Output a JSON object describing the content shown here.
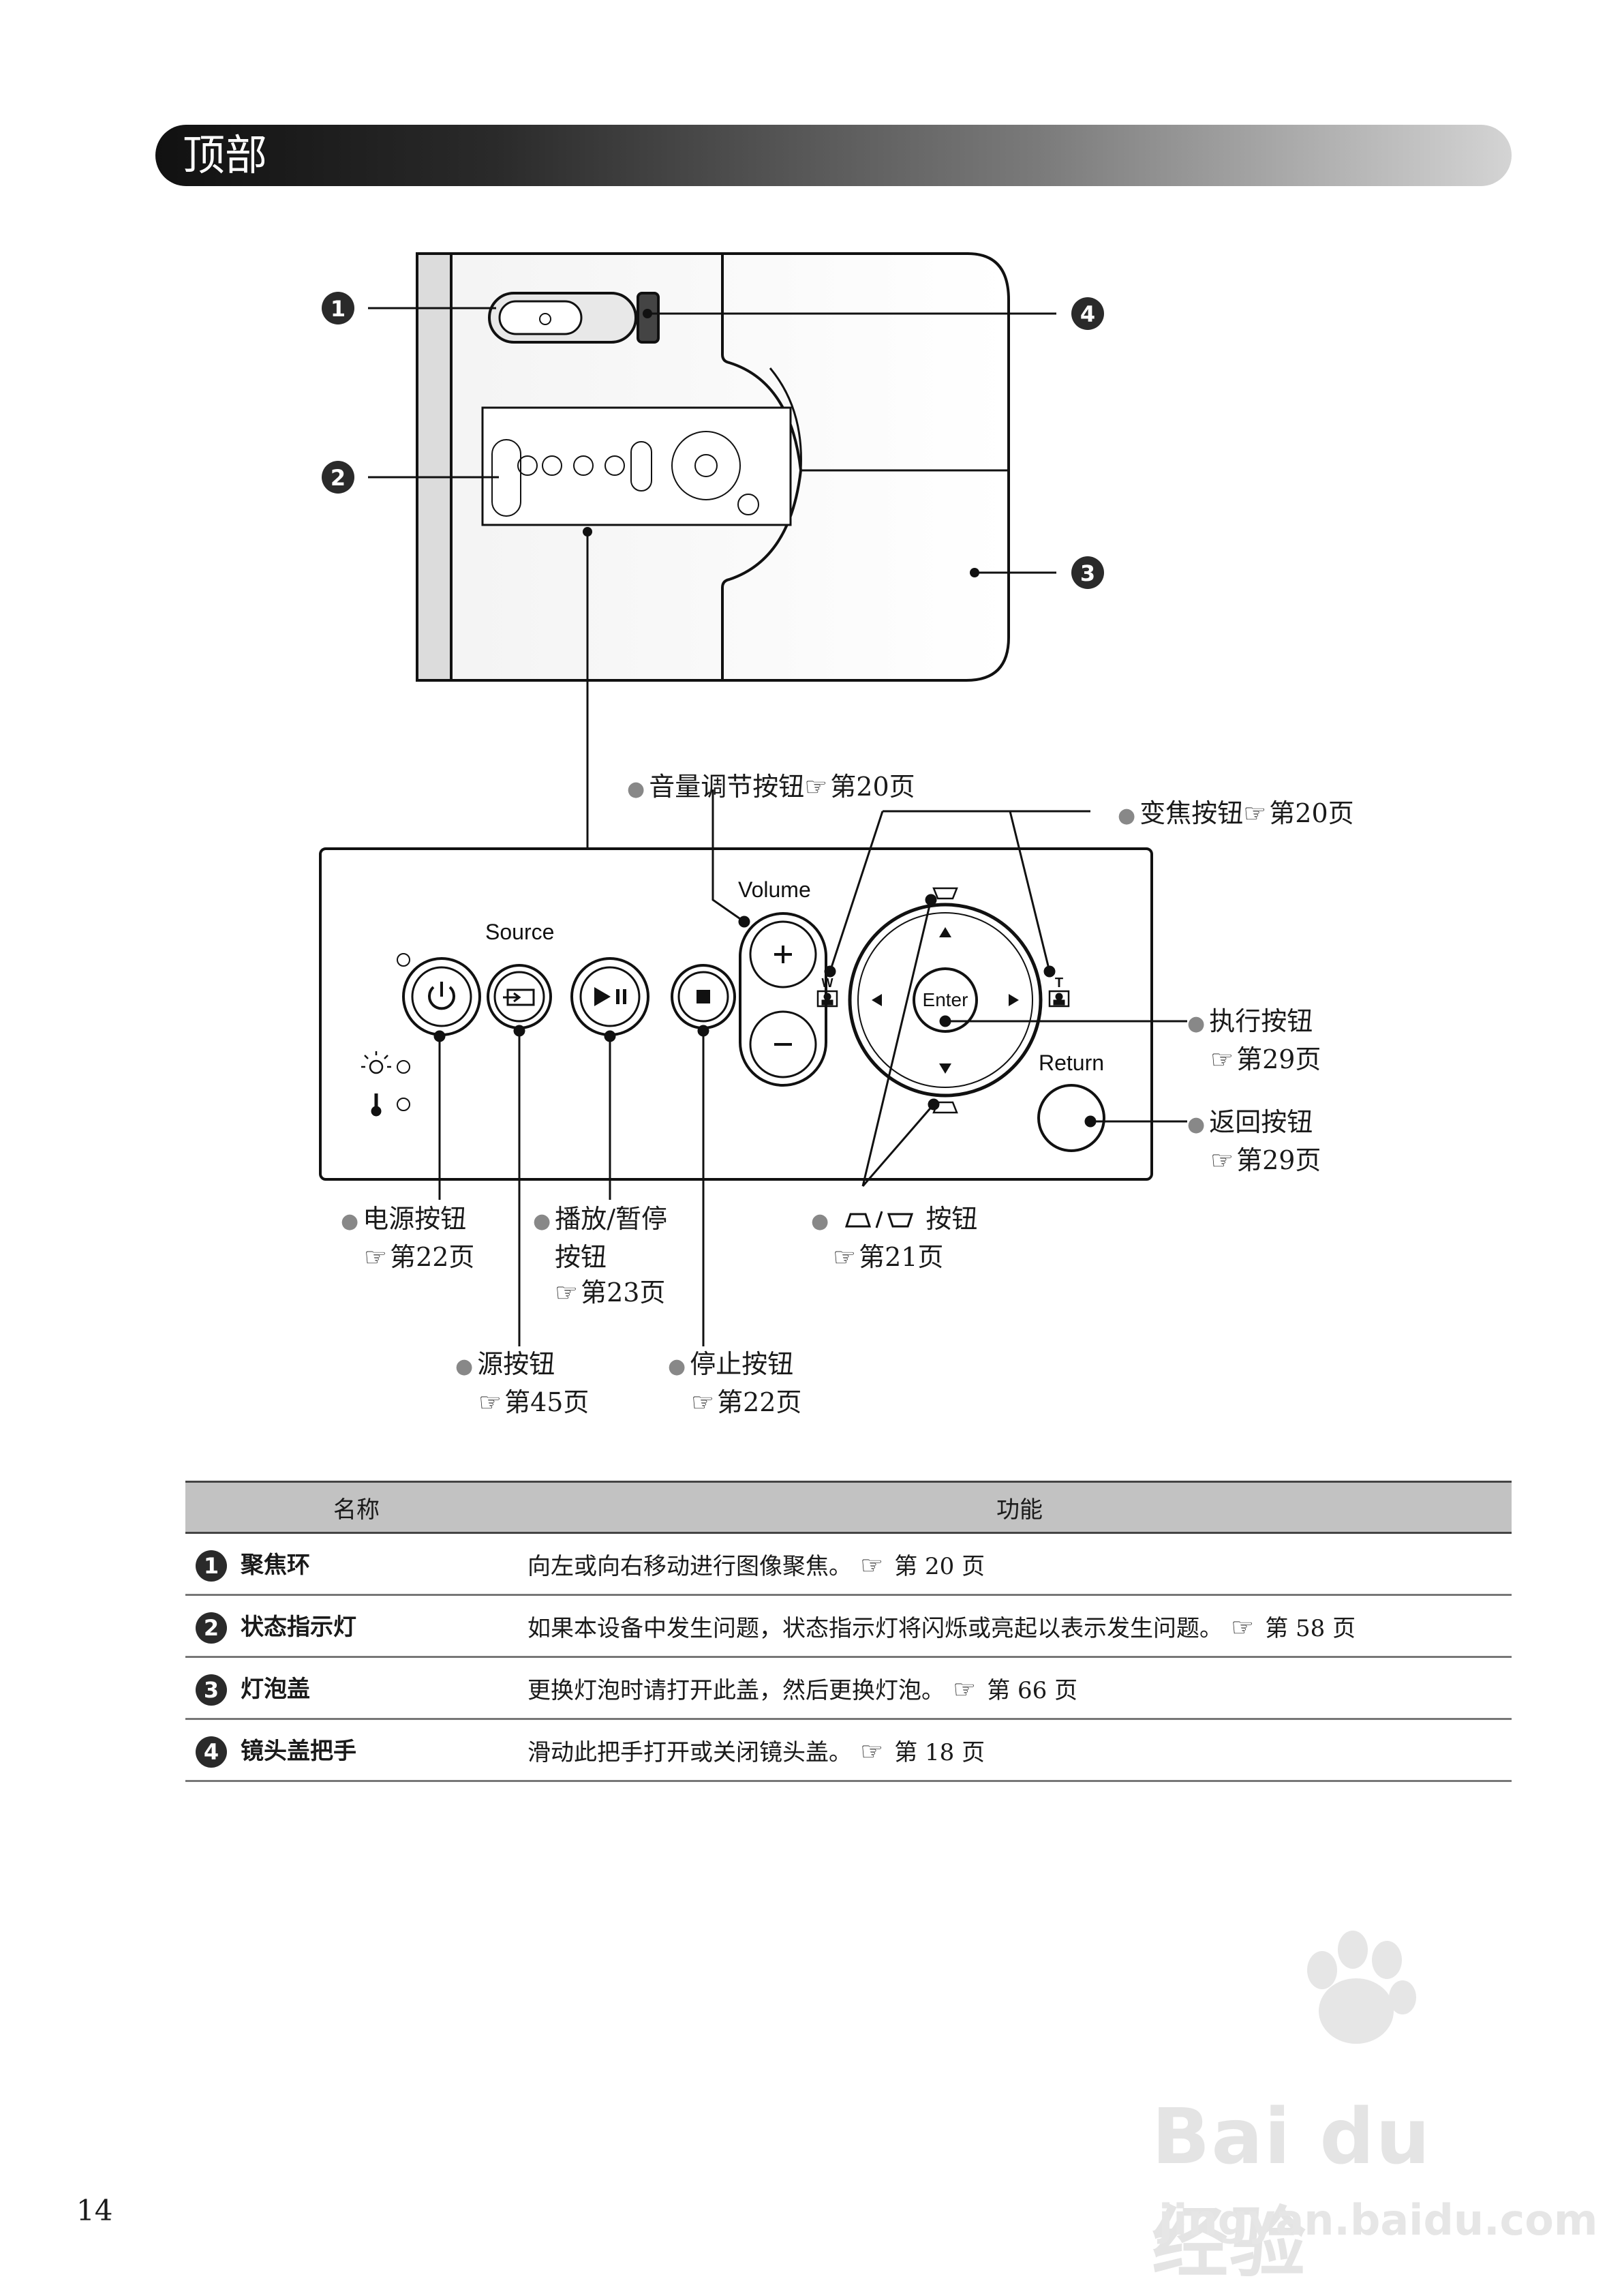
{
  "section": {
    "title": "顶部"
  },
  "diagram": {
    "markers": [
      "1",
      "2",
      "3",
      "4"
    ],
    "panel_labels": {
      "source": "Source",
      "volume": "Volume",
      "enter": "Enter",
      "return": "Return",
      "wide": "W",
      "tele": "T"
    },
    "callouts": {
      "volume": {
        "label": "音量调节按钮",
        "ref": "第20页"
      },
      "zoom": {
        "label": "变焦按钮",
        "ref": "第20页"
      },
      "enter": {
        "label": "执行按钮",
        "ref": "第29页"
      },
      "return": {
        "label": "返回按钮",
        "ref": "第29页"
      },
      "power": {
        "label": "电源按钮",
        "ref": "第22页"
      },
      "play": {
        "label1": "播放/暂停",
        "label2": "按钮",
        "ref": "第23页"
      },
      "keystone": {
        "label": "按钮",
        "ref": "第21页"
      },
      "source": {
        "label": "源按钮",
        "ref": "第45页"
      },
      "stop": {
        "label": "停止按钮",
        "ref": "第22页"
      }
    }
  },
  "table": {
    "headers": [
      "名称",
      "功能"
    ],
    "rows": [
      {
        "num": "1",
        "name": "聚焦环",
        "func": "向左或向右移动进行图像聚焦。",
        "ref": "第 20 页"
      },
      {
        "num": "2",
        "name": "状态指示灯",
        "func": "如果本设备中发生问题，状态指示灯将闪烁或亮起以表示发生问题。",
        "ref": "第 58 页"
      },
      {
        "num": "3",
        "name": "灯泡盖",
        "func": "更换灯泡时请打开此盖，然后更换灯泡。",
        "ref": "第 66 页"
      },
      {
        "num": "4",
        "name": "镜头盖把手",
        "func": "滑动此把手打开或关闭镜头盖。",
        "ref": "第 18 页"
      }
    ]
  },
  "page_number": "14",
  "watermark": {
    "brand": "Bai du 经验",
    "url": "jingyan.baidu.com"
  }
}
